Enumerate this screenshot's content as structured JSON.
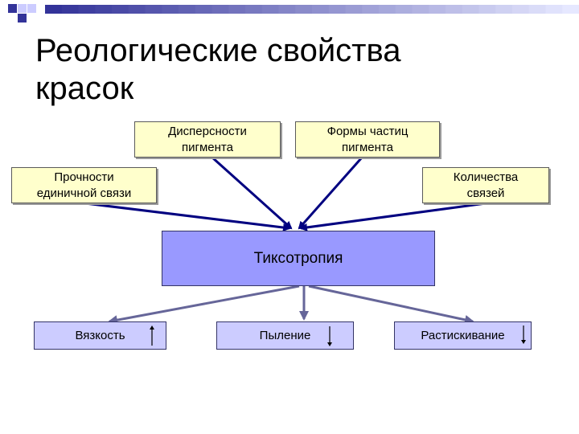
{
  "title": "Реологические свойства\nкрасок",
  "nodes": {
    "dispersity": "Дисперсности\nпигмента",
    "particle_shape": "Формы частиц\nпигмента",
    "bond_strength": "Прочности\nединичной связи",
    "bond_count": "Количества\nсвязей",
    "thixotropy": "Тиксотропия",
    "viscosity": "Вязкость",
    "dusting": "Пыление",
    "spreading": "Растискивание"
  },
  "trend_icons": {
    "viscosity": "arrow-up-icon",
    "dusting": "arrow-down-icon",
    "spreading": "arrow-down-icon"
  },
  "colors": {
    "input_box_fill": "#ffffcc",
    "central_box_fill": "#9999ff",
    "output_box_fill": "#ccccff",
    "input_arrow": "#000080",
    "output_arrow": "#666699",
    "decoration": "#333399"
  }
}
